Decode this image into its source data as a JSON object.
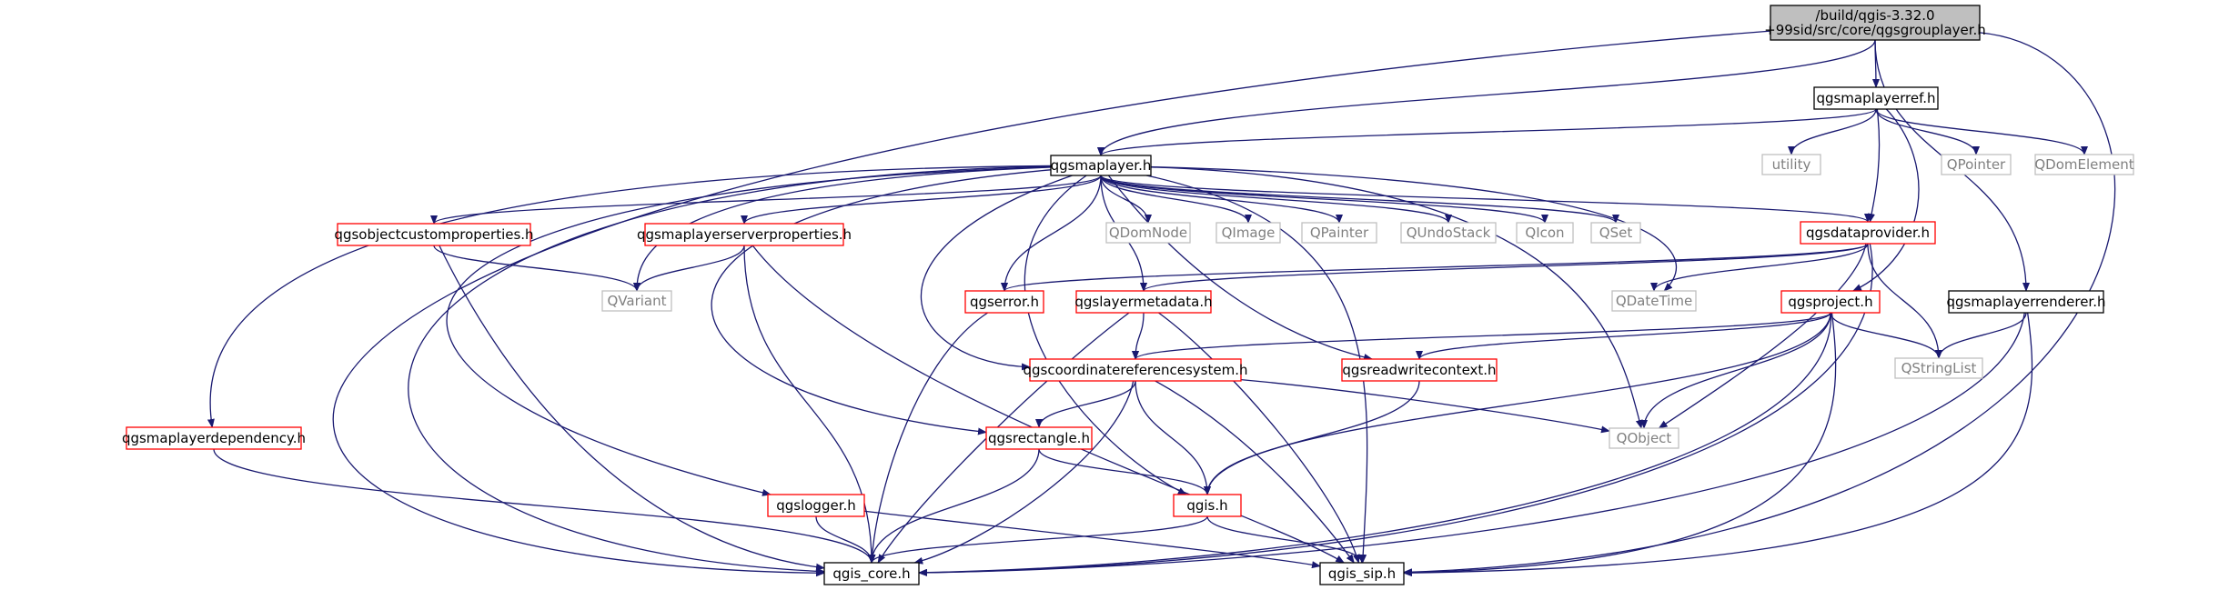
{
  "nodes": [
    {
      "id": "root",
      "label": "/build/qgis-3.32.0 +99sid/src/core/qgsgrouplayer.h",
      "lines": [
        "/build/qgis-3.32.0",
        "+99sid/src/core/qgsgrouplayer.h"
      ],
      "style": "root"
    },
    {
      "id": "mlref",
      "label": "qgsmaplayerref.h",
      "style": "plain"
    },
    {
      "id": "ml",
      "label": "qgsmaplayer.h",
      "style": "plain"
    },
    {
      "id": "utility",
      "label": "utility",
      "style": "external"
    },
    {
      "id": "qpointer",
      "label": "QPointer",
      "style": "external"
    },
    {
      "id": "qdomelement",
      "label": "QDomElement",
      "style": "external"
    },
    {
      "id": "ocp",
      "label": "qgsobjectcustomproperties.h",
      "style": "red"
    },
    {
      "id": "mlsp",
      "label": "qgsmaplayerserverproperties.h",
      "style": "red"
    },
    {
      "id": "qdomnode",
      "label": "QDomNode",
      "style": "external"
    },
    {
      "id": "qimage",
      "label": "QImage",
      "style": "external"
    },
    {
      "id": "qpainter",
      "label": "QPainter",
      "style": "external"
    },
    {
      "id": "qundostack",
      "label": "QUndoStack",
      "style": "external"
    },
    {
      "id": "qicon",
      "label": "QIcon",
      "style": "external"
    },
    {
      "id": "qset",
      "label": "QSet",
      "style": "external"
    },
    {
      "id": "dp",
      "label": "qgsdataprovider.h",
      "style": "red"
    },
    {
      "id": "qvariant",
      "label": "QVariant",
      "style": "external"
    },
    {
      "id": "err",
      "label": "qgserror.h",
      "style": "red"
    },
    {
      "id": "lmd",
      "label": "qgslayermetadata.h",
      "style": "red"
    },
    {
      "id": "qdatetime",
      "label": "QDateTime",
      "style": "external"
    },
    {
      "id": "proj",
      "label": "qgsproject.h",
      "style": "red"
    },
    {
      "id": "mlr",
      "label": "qgsmaplayerrenderer.h",
      "style": "plain"
    },
    {
      "id": "crs",
      "label": "qgscoordinatereferencesystem.h",
      "style": "red"
    },
    {
      "id": "rwc",
      "label": "qgsreadwritecontext.h",
      "style": "red"
    },
    {
      "id": "qstringlist",
      "label": "QStringList",
      "style": "external"
    },
    {
      "id": "mld",
      "label": "qgsmaplayerdependency.h",
      "style": "red"
    },
    {
      "id": "rect",
      "label": "qgsrectangle.h",
      "style": "red"
    },
    {
      "id": "qobject",
      "label": "QObject",
      "style": "external"
    },
    {
      "id": "qgis",
      "label": "qgis.h",
      "style": "red"
    },
    {
      "id": "logger",
      "label": "qgslogger.h",
      "style": "red"
    },
    {
      "id": "core",
      "label": "qgis_core.h",
      "style": "plain"
    },
    {
      "id": "sip",
      "label": "qgis_sip.h",
      "style": "plain"
    }
  ],
  "edges": [
    [
      "root",
      "mlref"
    ],
    [
      "root",
      "ml"
    ],
    [
      "root",
      "core"
    ],
    [
      "root",
      "sip"
    ],
    [
      "root",
      "mlr"
    ],
    [
      "mlref",
      "ml"
    ],
    [
      "mlref",
      "utility"
    ],
    [
      "mlref",
      "qpointer"
    ],
    [
      "mlref",
      "qdomelement"
    ],
    [
      "mlref",
      "dp"
    ],
    [
      "mlref",
      "proj"
    ],
    [
      "ml",
      "ocp"
    ],
    [
      "ml",
      "mlsp"
    ],
    [
      "ml",
      "qvariant"
    ],
    [
      "ml",
      "qdomnode"
    ],
    [
      "ml",
      "qimage"
    ],
    [
      "ml",
      "qpainter"
    ],
    [
      "ml",
      "qundostack"
    ],
    [
      "ml",
      "qicon"
    ],
    [
      "ml",
      "qset"
    ],
    [
      "ml",
      "dp"
    ],
    [
      "ml",
      "err"
    ],
    [
      "ml",
      "lmd"
    ],
    [
      "ml",
      "qdatetime"
    ],
    [
      "ml",
      "crs"
    ],
    [
      "ml",
      "rwc"
    ],
    [
      "ml",
      "mld"
    ],
    [
      "ml",
      "rect"
    ],
    [
      "ml",
      "logger"
    ],
    [
      "ml",
      "qgis"
    ],
    [
      "ml",
      "core"
    ],
    [
      "ml",
      "sip"
    ],
    [
      "ml",
      "qobject"
    ],
    [
      "ocp",
      "qvariant"
    ],
    [
      "ocp",
      "core"
    ],
    [
      "mlsp",
      "qvariant"
    ],
    [
      "mlsp",
      "core"
    ],
    [
      "mlsp",
      "sip"
    ],
    [
      "dp",
      "err"
    ],
    [
      "dp",
      "lmd"
    ],
    [
      "dp",
      "qdatetime"
    ],
    [
      "dp",
      "qobject"
    ],
    [
      "dp",
      "qstringlist"
    ],
    [
      "dp",
      "core"
    ],
    [
      "err",
      "core"
    ],
    [
      "lmd",
      "crs"
    ],
    [
      "lmd",
      "core"
    ],
    [
      "lmd",
      "sip"
    ],
    [
      "proj",
      "crs"
    ],
    [
      "proj",
      "rwc"
    ],
    [
      "proj",
      "qobject"
    ],
    [
      "proj",
      "qstringlist"
    ],
    [
      "proj",
      "qgis"
    ],
    [
      "proj",
      "core"
    ],
    [
      "proj",
      "sip"
    ],
    [
      "mlr",
      "qstringlist"
    ],
    [
      "mlr",
      "core"
    ],
    [
      "mlr",
      "sip"
    ],
    [
      "crs",
      "rect"
    ],
    [
      "crs",
      "qobject"
    ],
    [
      "crs",
      "qgis"
    ],
    [
      "crs",
      "core"
    ],
    [
      "crs",
      "sip"
    ],
    [
      "rwc",
      "qgis"
    ],
    [
      "mld",
      "core"
    ],
    [
      "rect",
      "qgis"
    ],
    [
      "rect",
      "core"
    ],
    [
      "qgis",
      "core"
    ],
    [
      "qgis",
      "sip"
    ],
    [
      "logger",
      "core"
    ],
    [
      "logger",
      "sip"
    ]
  ],
  "colors": {
    "edge": "#191970",
    "root_fill": "#bfbfbf",
    "plain_border": "#000000",
    "red_border": "#ff0000",
    "external_border": "#bfbfbf",
    "external_text": "#808080",
    "text": "#000000"
  }
}
